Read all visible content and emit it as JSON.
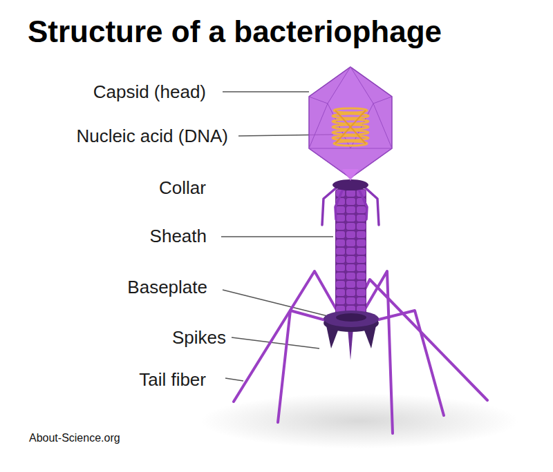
{
  "diagram": {
    "title": "Structure of a bacteriophage",
    "labels": [
      "Capsid (head)",
      "Nucleic acid (DNA)",
      "Collar",
      "Sheath",
      "Baseplate",
      "Spikes",
      "Tail fiber",
      "About-Science.org"
    ]
  }
}
